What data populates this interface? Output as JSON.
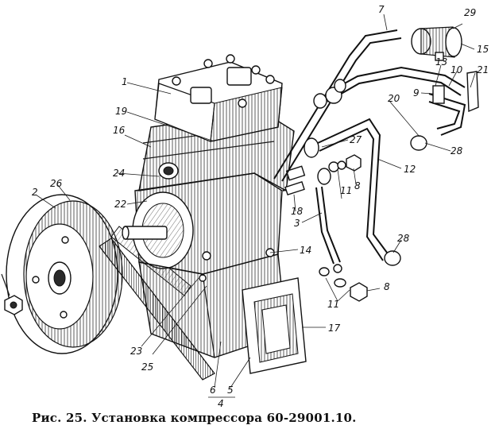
{
  "caption": "Рис. 25. Установка компрессора 60-29001.10.",
  "callouts": {
    "c1": "1",
    "c2": "2",
    "c3": "3",
    "c4": "4",
    "c5": "5",
    "c6": "6",
    "c7": "7",
    "c8a": "8",
    "c8b": "8",
    "c9": "9",
    "c10": "10",
    "c11a": "11",
    "c11b": "11",
    "c12": "12",
    "c13": "13",
    "c14": "14",
    "c15": "15",
    "c16": "16",
    "c17": "17",
    "c18": "18",
    "c19": "19",
    "c20": "20",
    "c21": "21",
    "c22": "22",
    "c23": "23",
    "c24": "24",
    "c25": "25",
    "c26": "26",
    "c27": "27",
    "c28a": "28",
    "c28b": "28",
    "c29": "29"
  }
}
